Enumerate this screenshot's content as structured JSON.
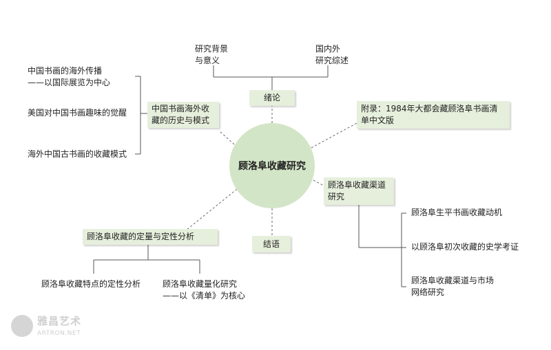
{
  "center": {
    "label": "顾洛阜收藏研究"
  },
  "top": {
    "left_label": "研究背景\n与意义",
    "right_label": "国内外\n研究综述"
  },
  "boxes": {
    "intro": "绪论",
    "history": "中国书画海外收\n藏的历史与模式",
    "appendix": "附录：1984年大都会藏顾洛阜书画清\n单中文版",
    "channels": "顾洛阜收藏渠道\n研究",
    "quant": "顾洛阜收藏的定量与定性分析",
    "conclusion": "结语"
  },
  "history_items": [
    "中国书画的海外传播\n——以国际展览为中心",
    "美国对中国书画趣味的觉醒",
    "海外中国古书画的收藏模式"
  ],
  "channel_items": [
    "顾洛阜生平书画收藏动机",
    "以顾洛阜初次收藏的史学考证",
    "顾洛阜收藏渠道与市场\n网络研究"
  ],
  "quant_items": [
    "顾洛阜收藏特点的定性分析",
    "顾洛阜收藏量化研究\n——以《清单》为核心"
  ],
  "watermark": {
    "name": "雅昌艺术",
    "url": "ARTRON.NET"
  },
  "colors": {
    "box_fill": "#e6efdc",
    "circle_fill": "#d3e5c7",
    "line": "#555555"
  }
}
